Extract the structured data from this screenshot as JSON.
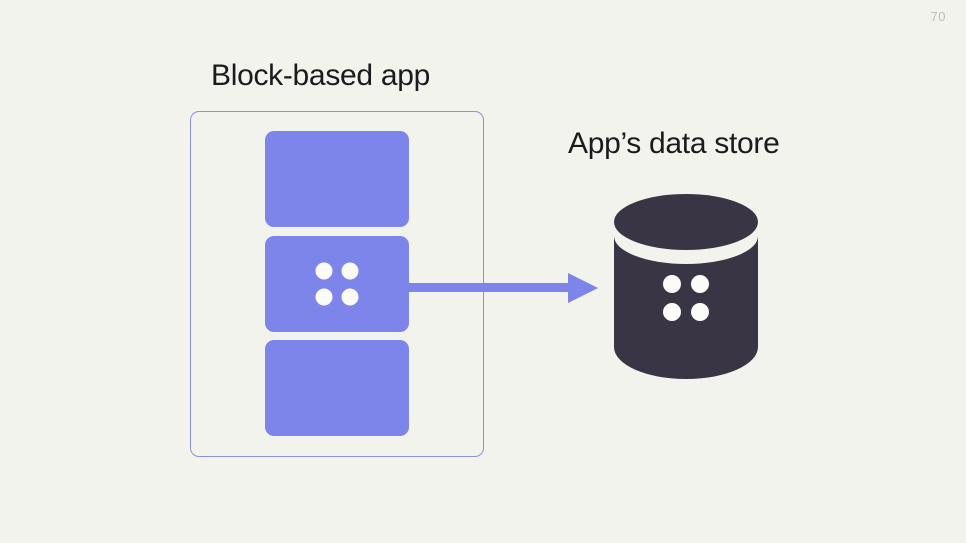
{
  "slide": {
    "page_number": "70",
    "background_color": "#f2f3ed",
    "title_color": "#1b1b1e"
  },
  "app": {
    "label": "Block-based app",
    "container_border_color": "#8a90e0",
    "block_color": "#7d85ea",
    "blocks": [
      {
        "name": "block-plain-top",
        "has_dots": false
      },
      {
        "name": "block-data-middle",
        "has_dots": true
      },
      {
        "name": "block-plain-bottom",
        "has_dots": false
      }
    ],
    "dot_color": "#fbfbf8"
  },
  "arrow": {
    "name": "data-flow-arrow",
    "color": "#7d85ea",
    "direction": "right"
  },
  "datastore": {
    "label": "App’s data store",
    "cylinder_color": "#3a3544",
    "dot_color": "#fbfbf8",
    "dot_count": 4
  }
}
